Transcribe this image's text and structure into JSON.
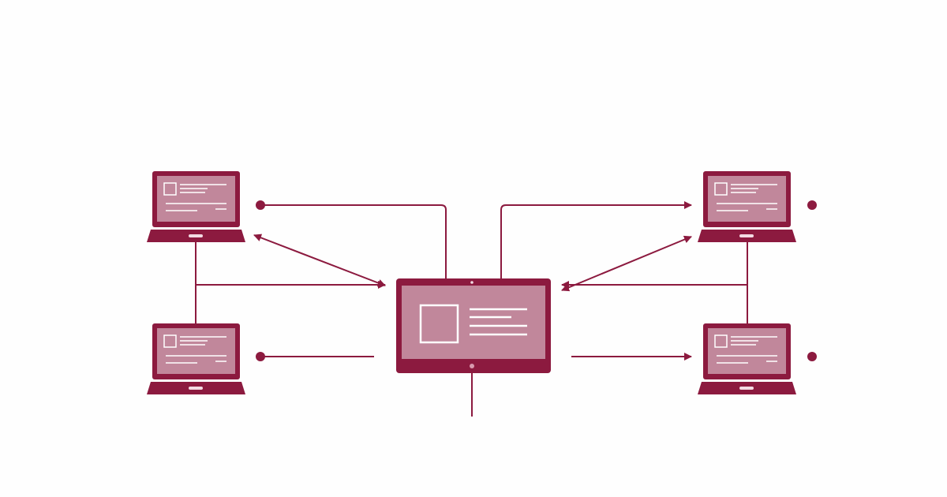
{
  "diagram": {
    "colors": {
      "primary": "#8c1a3f",
      "screen_fill": "#c1879b",
      "screen_lines": "#ffffff",
      "background": "#fefefe"
    },
    "nodes": [
      {
        "id": "laptop-top-left",
        "icon": "laptop-icon"
      },
      {
        "id": "laptop-bottom-left",
        "icon": "laptop-icon"
      },
      {
        "id": "laptop-top-right",
        "icon": "laptop-icon"
      },
      {
        "id": "laptop-bottom-right",
        "icon": "laptop-icon"
      },
      {
        "id": "central-monitor",
        "icon": "monitor-icon"
      }
    ]
  }
}
